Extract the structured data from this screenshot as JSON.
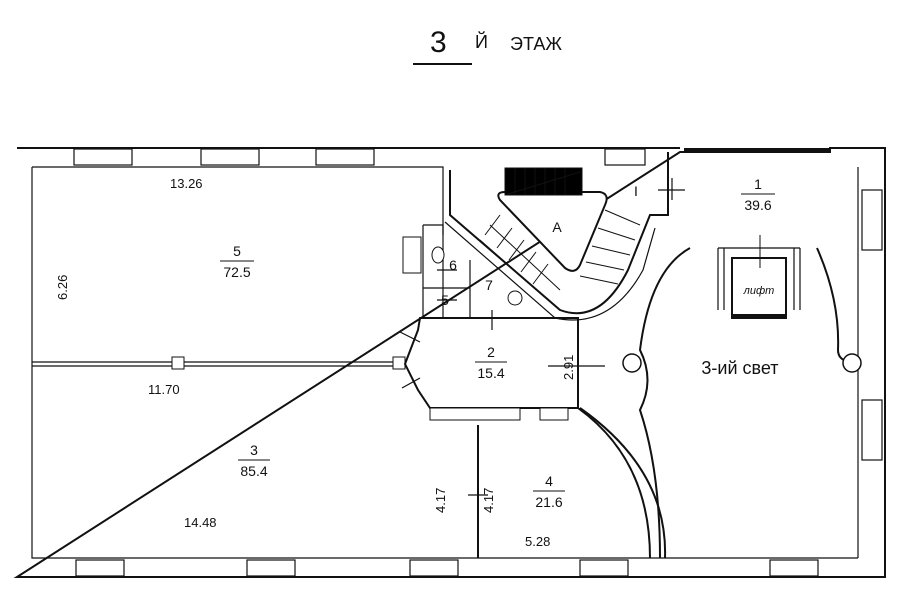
{
  "title": {
    "number": "3",
    "suffix": "Й",
    "word": "ЭТАЖ"
  },
  "rooms": [
    {
      "id": "5",
      "area": "72.5"
    },
    {
      "id": "3",
      "area": "85.4"
    },
    {
      "id": "2",
      "area": "15.4"
    },
    {
      "id": "4",
      "area": "21.6"
    },
    {
      "id": "1",
      "area": "39.6"
    }
  ],
  "small_rooms": {
    "r6": "6",
    "r7": "7",
    "r5": "5",
    "roman_one": "I",
    "stair": "A"
  },
  "dimensions": {
    "d1": "13.26",
    "d2": "6.26",
    "d3": "11.70",
    "d4": "14.48",
    "d5": "4.17",
    "d6": "4.17",
    "d7": "5.28",
    "d8": "2.91"
  },
  "labels": {
    "lift": "лифт",
    "light": "3-ий свет"
  }
}
